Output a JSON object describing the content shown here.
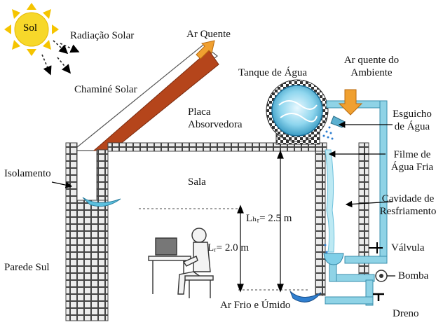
{
  "labels": {
    "sol": "Sol",
    "radiacao_solar": "Radiação Solar",
    "ar_quente": "Ar Quente",
    "chamine_solar": "Chaminé Solar",
    "placa_line1": "Placa",
    "placa_line2": "Absorvedora",
    "tanque_agua": "Tanque de Água",
    "ar_quente_ambiente_line1": "Ar quente do",
    "ar_quente_ambiente_line2": "Ambiente",
    "esguicho_line1": "Esguicho",
    "esguicho_line2": "de Água",
    "filme_line1": "Filme de",
    "filme_line2": "Água Fria",
    "isolamento": "Isolamento",
    "sala": "Sala",
    "cavidade_line1": "Cavidade de",
    "cavidade_line2": "Resfriamento",
    "lcr": "Lₕᵣ= 2.5 m",
    "lr": "Lᵣ= 2.0 m",
    "valvula": "Válvula",
    "parede_sul": "Parede Sul",
    "bomba": "Bomba",
    "ar_frio_umido": "Ar Frio e Úmido",
    "dreno": "Dreno"
  },
  "colors": {
    "brick_fill": "#e9e9e9",
    "brick_line": "#555555",
    "absorber": "#b5451b",
    "sun": "#f5d31f",
    "sun_ray": "#f0b800",
    "pipe": "#8fd3e6",
    "water": "#bde9f3",
    "arrow_orange": "#f0a030"
  }
}
